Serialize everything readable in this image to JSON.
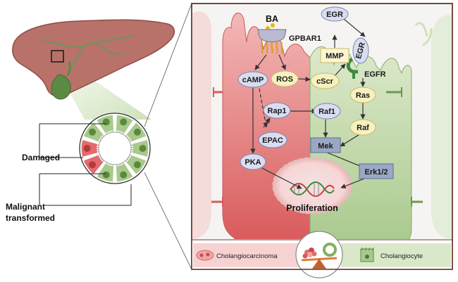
{
  "colors": {
    "tumor_cell": "#e36b6d",
    "tumor_cell_light": "#f3c3c3",
    "normal_cell": "#a9c98c",
    "normal_cell_light": "#d7e6c8",
    "liver": "#b8726a",
    "oval_node": "#d9ddf0",
    "yellow_node": "#f7f1c0",
    "box_node": "#9aa8c6",
    "panel_border": "#6b3a30"
  },
  "left_panel": {
    "label_damaged": "Damaged",
    "label_malignant_line1": "Malignant",
    "label_malignant_line2": "transformed"
  },
  "pathway": {
    "ligand": "BA",
    "receptor": "GPBAR1",
    "nodes": {
      "camp": "cAMP",
      "ros": "ROS",
      "cscr": "cScr",
      "mmp": "MMP",
      "egr_top": "EGR",
      "egr_bound": "EGR",
      "egfr": "EGFR",
      "rap1": "Rap1",
      "raf1": "Raf1",
      "ras": "Ras",
      "raf": "Raf",
      "epac": "EPAC",
      "mek": "Mek",
      "pka": "PKA",
      "erk": "Erk1/2"
    },
    "outcome": "Proliferation"
  },
  "legend": {
    "left": "Cholangiocarcinoma",
    "right": "Cholangiocyte"
  }
}
